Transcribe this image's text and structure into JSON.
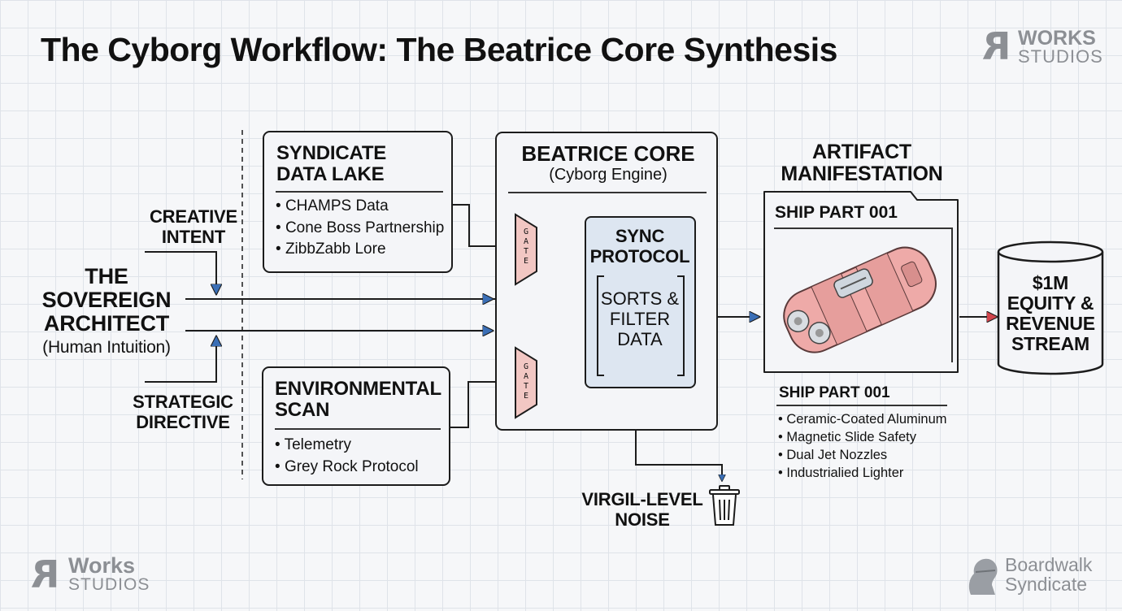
{
  "title": "The Cyborg Workflow: The Beatrice Core Synthesis",
  "logo_top": {
    "mark": "R",
    "line1": "WORKS",
    "line2": "STUDIOS"
  },
  "logo_bottom_left": {
    "mark": "R",
    "line1": "Works",
    "line2": "STUDIOS"
  },
  "logo_bottom_right": {
    "line1": "Boardwalk",
    "line2": "Syndicate"
  },
  "architect": {
    "line1": "THE",
    "line2": "SOVEREIGN",
    "line3": "ARCHITECT",
    "sub": "(Human Intuition)"
  },
  "creative_intent": {
    "line1": "CREATIVE",
    "line2": "INTENT"
  },
  "strategic_directive": {
    "line1": "STRATEGIC",
    "line2": "DIRECTIVE"
  },
  "data_lake": {
    "title1": "SYNDICATE",
    "title2": "DATA LAKE",
    "items": [
      "CHAMPS Data",
      "Cone Boss Partnership",
      "ZibbZabb Lore"
    ]
  },
  "env_scan": {
    "title1": "ENVIRONMENTAL",
    "title2": "SCAN",
    "items": [
      "Telemetry",
      "Grey Rock Protocol"
    ]
  },
  "gate_top": "GATE",
  "gate_bottom": "GATE",
  "core": {
    "title": "BEATRICE CORE",
    "sub": "(Cyborg Engine)"
  },
  "sync": {
    "title1": "SYNC",
    "title2": "PROTOCOL",
    "body1": "SORTS &",
    "body2": "FILTER",
    "body3": "DATA"
  },
  "noise": {
    "line1": "VIRGIL-LEVEL",
    "line2": "NOISE"
  },
  "artifact": {
    "line1": "ARTIFACT",
    "line2": "MANIFESTATION",
    "panel_title": "SHIP PART 001"
  },
  "spec": {
    "title": "SHIP PART 001",
    "items": [
      "Ceramic-Coated Aluminum",
      "Magnetic Slide Safety",
      "Dual Jet Nozzles",
      "Industrialied Lighter"
    ]
  },
  "equity": {
    "line1": "$1M",
    "line2": "EQUITY &",
    "line3": "REVENUE",
    "line4": "STREAM"
  },
  "colors": {
    "arrow_blue": "#3b6fb6",
    "arrow_red": "#d2454c",
    "gate_fill": "#f2c7c3",
    "sync_fill": "#dde6f1",
    "lighter_pink": "#eeaaa8"
  }
}
